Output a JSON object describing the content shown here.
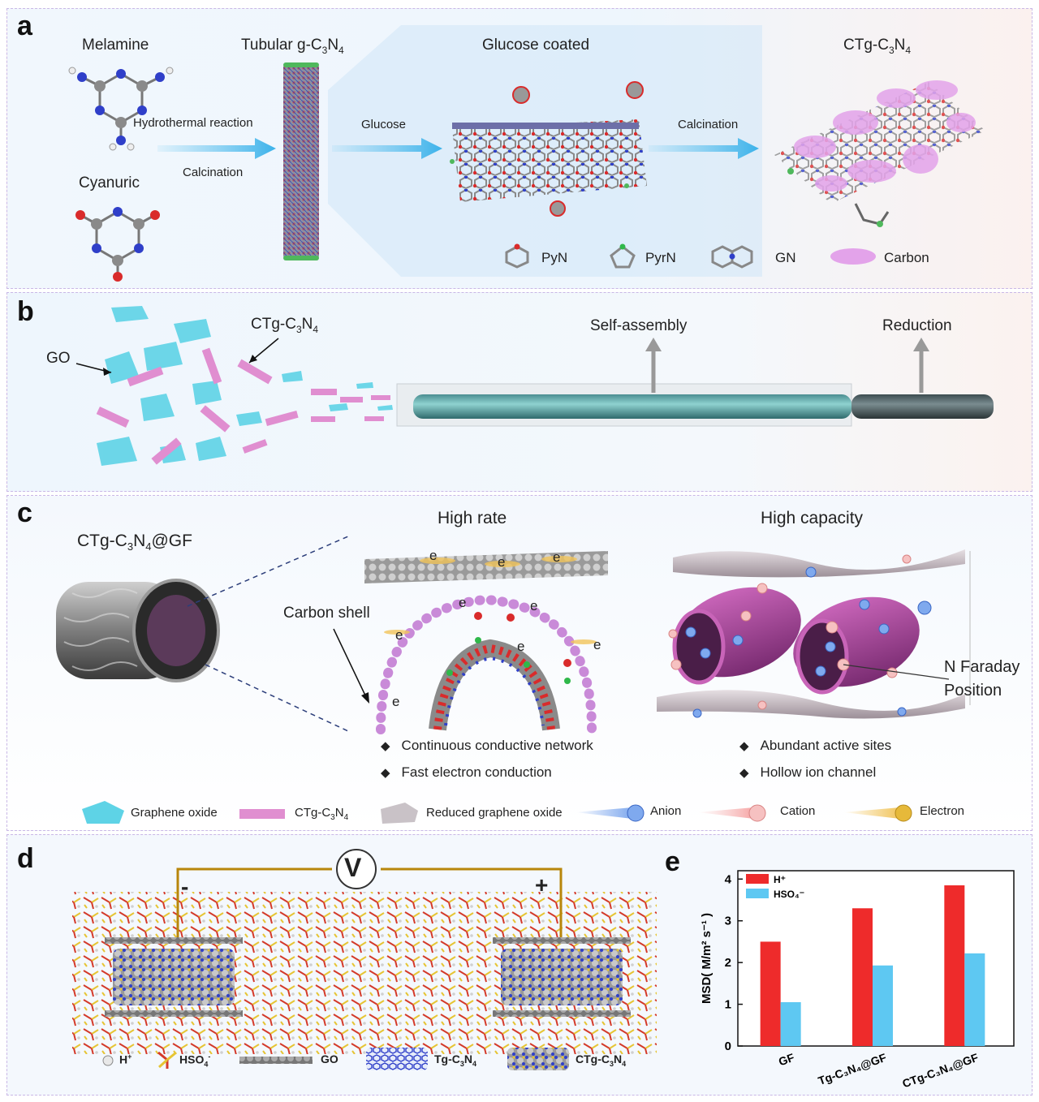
{
  "panel_a": {
    "label": "a",
    "melamine": "Melamine",
    "cyanuric": "Cyanuric",
    "tubular": "Tubular g-C",
    "tubular_n": "N",
    "glucose_coated": "Glucose coated",
    "ctg_prefix": "CTg-C",
    "ctg_n": "N",
    "sub3": "3",
    "sub4": "4",
    "hydrothermal": "Hydrothermal reaction",
    "calcination1": "Calcination",
    "glucose": "Glucose",
    "calcination2": "Calcination",
    "legend": {
      "pyn": "PyN",
      "pyrn": "PyrN",
      "gn": "GN",
      "carbon": "Carbon"
    }
  },
  "panel_b": {
    "label": "b",
    "go": "GO",
    "ctg_prefix": "CTg-C",
    "ctg_n": "N",
    "sub3": "3",
    "sub4": "4",
    "self_assembly": "Self-assembly",
    "reduction": "Reduction"
  },
  "panel_c": {
    "label": "c",
    "title_prefix": "CTg-C",
    "title_n": "N",
    "title_suffix": "@GF",
    "sub3": "3",
    "sub4": "4",
    "high_rate": "High rate",
    "high_capacity": "High capacity",
    "carbon_shell": "Carbon shell",
    "n_faraday": "N Faraday",
    "position": "Position",
    "electron_symbol": "e",
    "bullets_left": [
      "Continuous conductive network",
      "Fast electron conduction"
    ],
    "bullets_right": [
      "Abundant active sites",
      "Hollow ion channel"
    ],
    "legend": {
      "graphene_oxide": "Graphene oxide",
      "ctg_prefix": "CTg-C",
      "ctg_n": "N",
      "reduced_go": "Reduced graphene oxide",
      "anion": "Anion",
      "cation": "Cation",
      "electron": "Electron"
    }
  },
  "panel_d": {
    "label": "d",
    "voltmeter": "V",
    "minus": "-",
    "plus": "+",
    "legend": {
      "h": "H",
      "h_sup": "+",
      "hso4": "HSO",
      "hso4_sub": "4",
      "hso4_sup": "-",
      "go": "GO",
      "tg_prefix": "Tg-C",
      "tg_n": "N",
      "ctg_prefix": "CTg-C",
      "ctg_n": "N",
      "sub3": "3",
      "sub4": "4"
    }
  },
  "panel_e": {
    "label": "e",
    "ylabel": "MSD( M/m² s⁻¹ )",
    "legend_h": "H⁺",
    "legend_hso4": "HSO₄⁻",
    "ytick_labels": [
      "0",
      "1",
      "2",
      "3",
      "4"
    ],
    "xtick_labels": [
      "GF",
      "Tg-C₃N₄@GF",
      "CTg-C₃N₄@GF"
    ]
  },
  "chart_data": {
    "type": "bar",
    "categories": [
      "GF",
      "Tg-C₃N₄@GF",
      "CTg-C₃N₄@GF"
    ],
    "series": [
      {
        "name": "H⁺",
        "values": [
          2.5,
          3.3,
          3.85
        ],
        "color": "#ee2b2b"
      },
      {
        "name": "HSO₄⁻",
        "values": [
          1.05,
          1.93,
          2.22
        ],
        "color": "#5ec8f2"
      }
    ],
    "title": "",
    "xlabel": "",
    "ylabel": "MSD( M/m² s⁻¹ )",
    "ylim": [
      0,
      4.2
    ],
    "yticks": [
      0,
      1,
      2,
      3,
      4
    ],
    "grid": false,
    "legend_position": "top-left"
  },
  "colors": {
    "panel_border": "#c9b7e6",
    "graphene_oxide": "#5ed3e6",
    "ctg_rod": "#e08ed0",
    "arrow": "#56c1ef",
    "bar_red": "#ee2b2b",
    "bar_blue": "#5ec8f2",
    "wire": "#b8860b"
  }
}
